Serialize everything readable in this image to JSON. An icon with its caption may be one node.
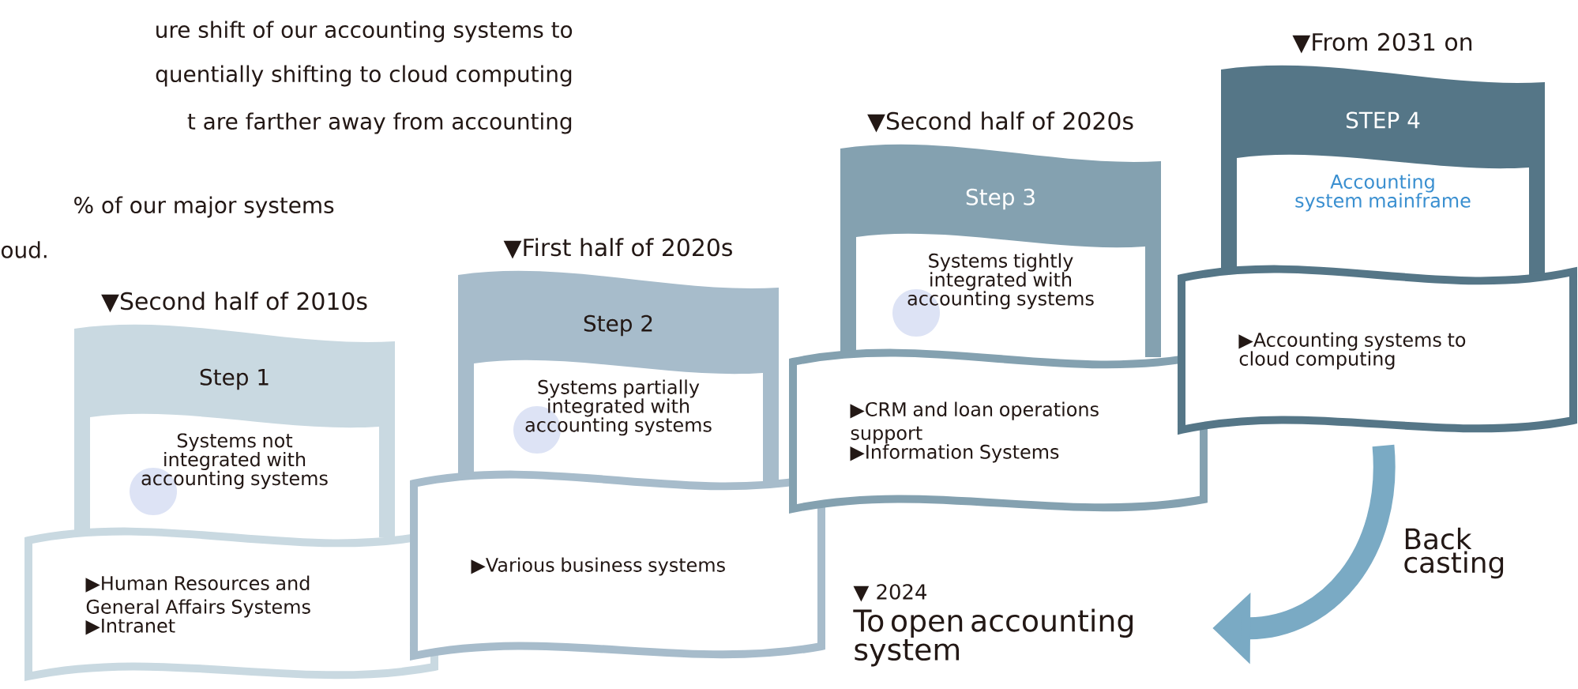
{
  "diagram": {
    "nodes": [
      {
        "text": [
          "Step 1",
          "Systems not integrated with accounting systems"
        ],
        "beside": [
          "▼Second half of 2010s"
        ]
      },
      {
        "text": [
          "▶Human Resources and General Affairs Systems",
          "▶Intranet"
        ]
      },
      {
        "text": [
          "Step 2",
          "Systems partially integrated with accounting systems"
        ],
        "beside": [
          "▼First half of 2020s"
        ]
      },
      {
        "text": [
          "▶Various business systems"
        ]
      },
      {
        "text": [
          "Step 3",
          "Systems tightly integrated with accounting systems"
        ],
        "beside": [
          "▼Second half of 2020s"
        ]
      },
      {
        "text": [
          "▶CRM and loan operations support",
          "▶Information Systems"
        ]
      },
      {
        "text": [
          "STEP 4",
          "Accounting system mainframe"
        ],
        "beside": [
          "▼From 2031 on"
        ]
      },
      {
        "text": [
          "▶Accounting systems to cloud computing"
        ]
      },
      {
        "text": [
          "To open accounting system"
        ],
        "beside": [
          "▼ 2024"
        ]
      }
    ],
    "edges": [
      {
        "from": 7,
        "to": 8,
        "arrow": "to",
        "label": "Back casting"
      }
    ],
    "labels": [
      "ure shift of our accounting systems to",
      "quentially shifting to cloud computing",
      "t are farther away from accounting",
      "% of our major systems",
      "oud."
    ]
  }
}
